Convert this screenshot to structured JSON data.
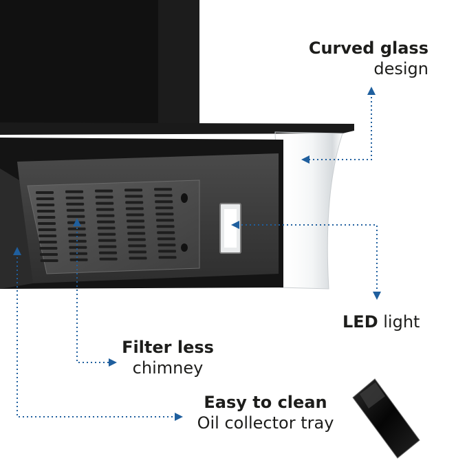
{
  "callouts": {
    "curved_glass": {
      "bold": "Curved glass",
      "regular": "design"
    },
    "led_light": {
      "bold": "LED",
      "regular": "light"
    },
    "filter_less": {
      "bold": "Filter less",
      "regular": "chimney"
    },
    "easy_clean": {
      "bold": "Easy to clean",
      "regular": "Oil collector tray"
    }
  },
  "colors": {
    "accent": "#1f5f9e",
    "hood_dark": "#151515",
    "panel_grey": "#3a3a3a",
    "text": "#1d1d1b"
  }
}
